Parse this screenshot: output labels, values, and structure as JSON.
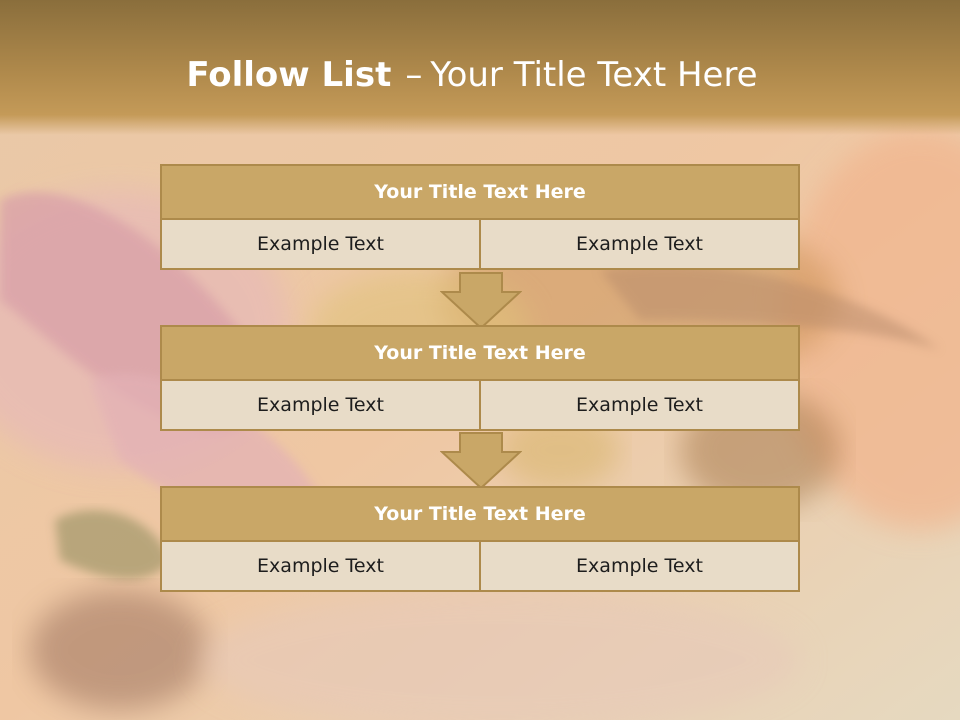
{
  "slide": {
    "title_bold": "Follow List",
    "title_separator": "–",
    "title_rest": "Your Title Text Here"
  },
  "blocks": [
    {
      "title": "Your Title Text Here",
      "cells": [
        "Example Text",
        "Example Text"
      ]
    },
    {
      "title": "Your Title Text Here",
      "cells": [
        "Example Text",
        "Example Text"
      ]
    },
    {
      "title": "Your Title Text Here",
      "cells": [
        "Example Text",
        "Example Text"
      ]
    }
  ],
  "colors": {
    "header": "#b08a4c",
    "box_title": "#c9a767",
    "box_border": "#ad8a4b",
    "box_cell": "#e8dcc8"
  }
}
